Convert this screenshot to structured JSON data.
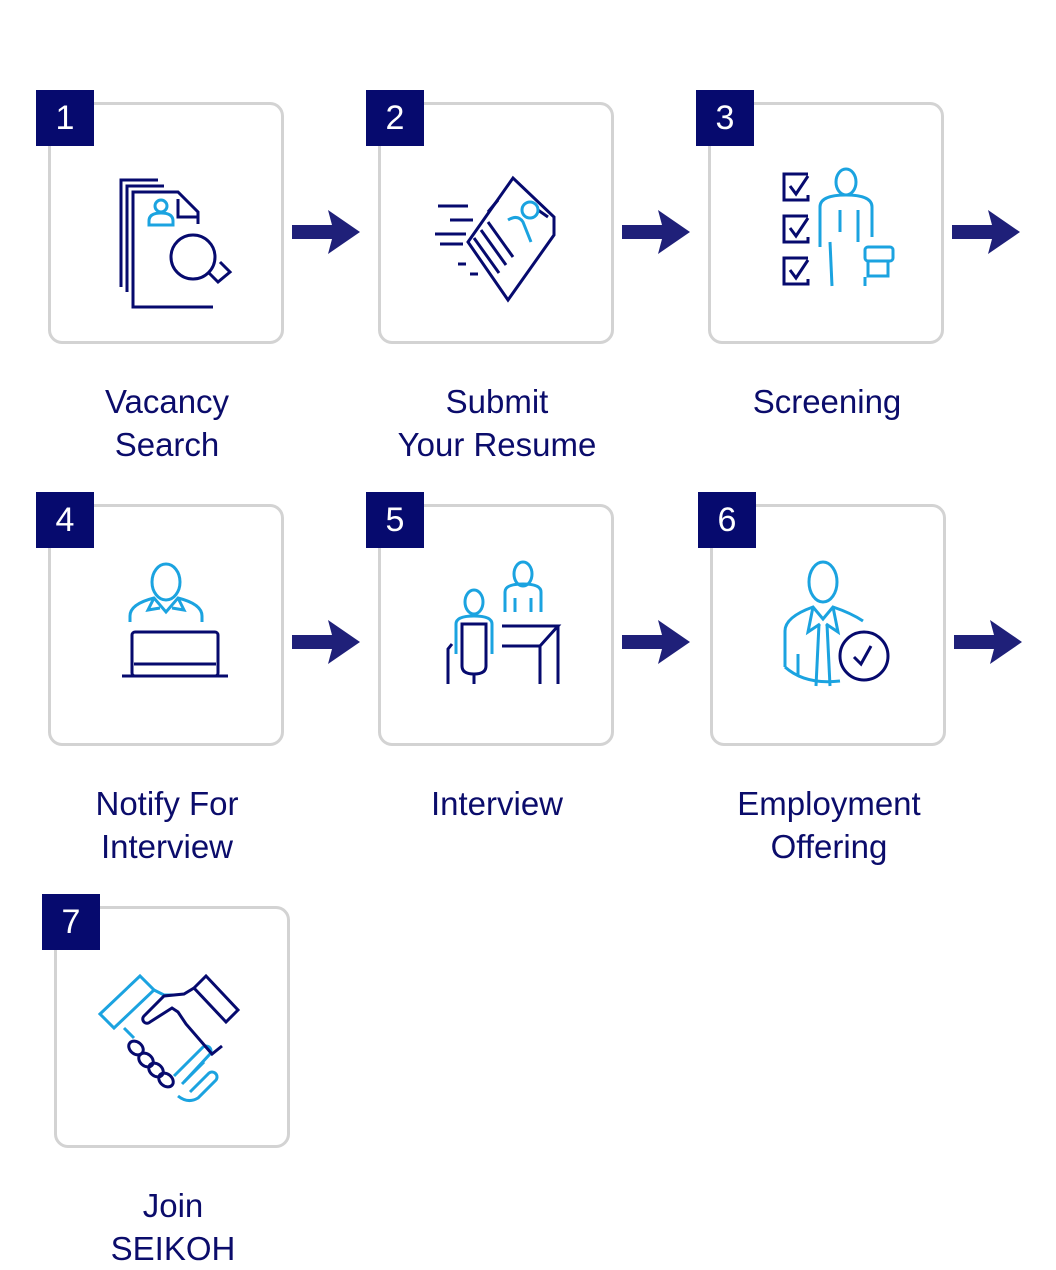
{
  "colors": {
    "navy": "#060a6e",
    "text": "#0b0c6b",
    "cyan": "#1ba3e0",
    "arrow": "#1f2079",
    "border": "#d3d3d3"
  },
  "steps": [
    {
      "number": "1",
      "label_lines": [
        "Vacancy",
        "Search"
      ],
      "icon": "document-search-icon"
    },
    {
      "number": "2",
      "label_lines": [
        "Submit",
        "Your Resume"
      ],
      "icon": "send-resume-icon"
    },
    {
      "number": "3",
      "label_lines": [
        "Screening",
        ""
      ],
      "icon": "checklist-candidate-icon"
    },
    {
      "number": "4",
      "label_lines": [
        "Notify For",
        "Interview"
      ],
      "icon": "person-laptop-icon"
    },
    {
      "number": "5",
      "label_lines": [
        "Interview",
        ""
      ],
      "icon": "interview-desk-icon"
    },
    {
      "number": "6",
      "label_lines": [
        "Employment",
        "Offering"
      ],
      "icon": "person-check-icon"
    },
    {
      "number": "7",
      "label_lines": [
        "Join",
        "SEIKOH"
      ],
      "icon": "handshake-icon"
    }
  ]
}
